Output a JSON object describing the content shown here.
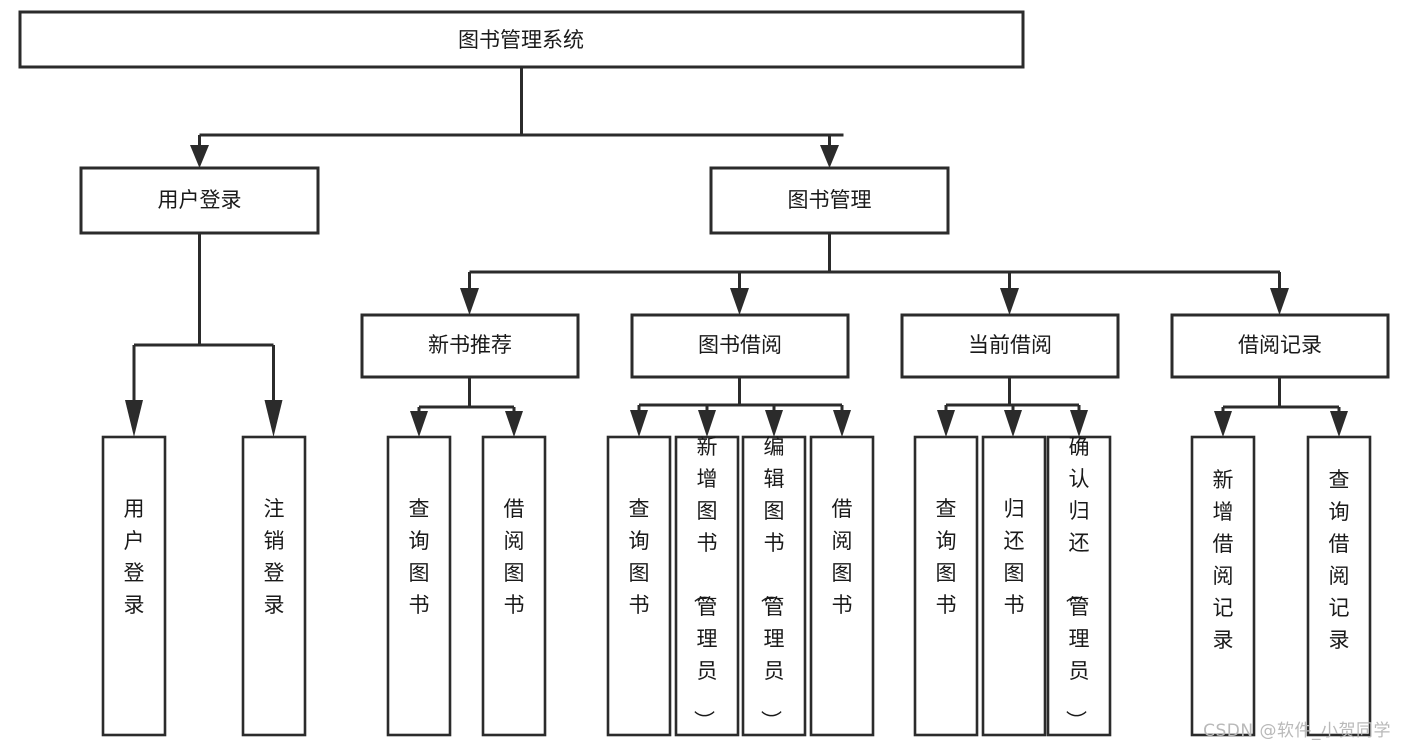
{
  "diagram": {
    "type": "tree-hierarchy",
    "title": "图书管理系统",
    "orientation": "top-down",
    "colors": {
      "box_stroke": "#2b2b2b",
      "box_fill": "#ffffff",
      "line": "#2b2b2b",
      "text": "#1a1a1a",
      "background": "#ffffff",
      "watermark": "#b9b9b9"
    },
    "root": {
      "label": "图书管理系统"
    },
    "level2": [
      {
        "label": "用户登录"
      },
      {
        "label": "图书管理"
      }
    ],
    "level3": [
      {
        "label": "新书推荐"
      },
      {
        "label": "图书借阅"
      },
      {
        "label": "当前借阅"
      },
      {
        "label": "借阅记录"
      }
    ],
    "leaves": {
      "user_login": [
        {
          "label": "用户登录"
        },
        {
          "label": "注销登录"
        }
      ],
      "new_book_recommend": [
        {
          "label": "查询图书"
        },
        {
          "label": "借阅图书"
        }
      ],
      "book_borrow": [
        {
          "label": "查询图书"
        },
        {
          "label": "新增图书（管理员）"
        },
        {
          "label": "编辑图书（管理员）"
        },
        {
          "label": "借阅图书"
        }
      ],
      "current_borrow": [
        {
          "label": "查询图书"
        },
        {
          "label": "归还图书"
        },
        {
          "label": "确认归还（管理员）"
        }
      ],
      "borrow_record": [
        {
          "label": "新增借阅记录"
        },
        {
          "label": "查询借阅记录"
        }
      ]
    }
  },
  "watermark": {
    "text": "CSDN @软件_小贺同学"
  }
}
